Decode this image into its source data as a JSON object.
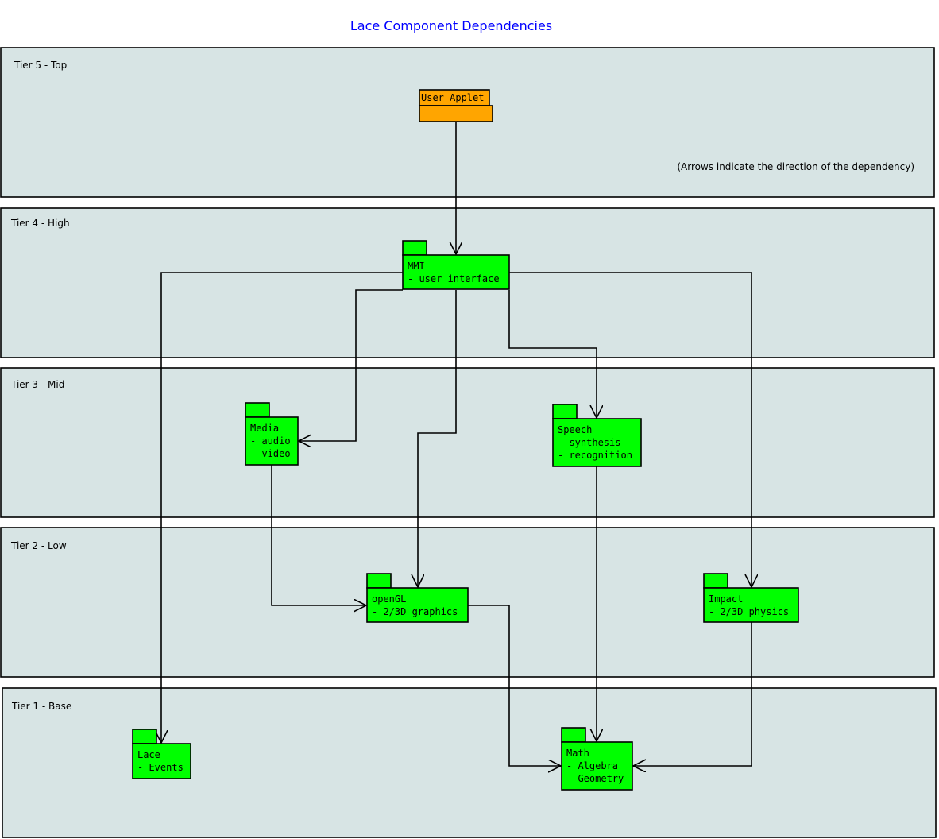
{
  "title": "Lace Component Dependencies",
  "note": "(Arrows indicate the direction of the dependency)",
  "colors": {
    "tier_bg": "#d7e4e4",
    "package": "#00ff00",
    "applet": "#ffa500",
    "title": "#0000ff"
  },
  "tiers": [
    {
      "label": "Tier 5 - Top"
    },
    {
      "label": "Tier 4 - High"
    },
    {
      "label": "Tier 3 - Mid"
    },
    {
      "label": "Tier 2 - Low"
    },
    {
      "label": "Tier 1 - Base"
    }
  ],
  "packages": {
    "applet": {
      "name": "User Applet"
    },
    "mmi": {
      "name": "MMI",
      "lines": [
        "- user interface"
      ]
    },
    "media": {
      "name": "Media",
      "lines": [
        "- audio",
        "- video"
      ]
    },
    "speech": {
      "name": "Speech",
      "lines": [
        "- synthesis",
        "- recognition"
      ]
    },
    "opengl": {
      "name": "openGL",
      "lines": [
        "- 2/3D graphics"
      ]
    },
    "impact": {
      "name": "Impact",
      "lines": [
        "- 2/3D physics"
      ]
    },
    "lace": {
      "name": "Lace",
      "lines": [
        "- Events"
      ]
    },
    "math": {
      "name": "Math",
      "lines": [
        "- Algebra",
        "- Geometry"
      ]
    }
  },
  "dependencies": [
    [
      "User Applet",
      "MMI"
    ],
    [
      "MMI",
      "Lace"
    ],
    [
      "MMI",
      "Impact"
    ],
    [
      "MMI",
      "Media"
    ],
    [
      "MMI",
      "openGL"
    ],
    [
      "MMI",
      "Speech"
    ],
    [
      "Media",
      "openGL"
    ],
    [
      "Speech",
      "Math"
    ],
    [
      "openGL",
      "Math"
    ],
    [
      "Impact",
      "Math"
    ]
  ]
}
